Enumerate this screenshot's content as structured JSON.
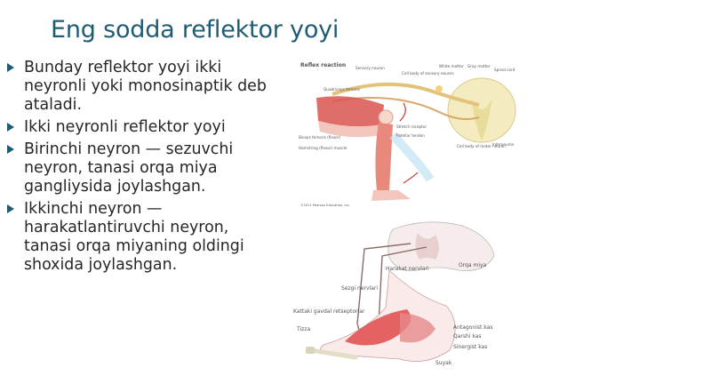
{
  "slide": {
    "title": "Eng sodda reflektor yoyi",
    "bullets": [
      " Bunday reflektor yoyi ikki neyronli yoki monosinaptik deb ataladi.",
      "Ikki neyronli reflektor yoyi",
      " Birinchi neyron — sezuvchi neyron, tanasi orqa miya gangliysida joylashgan.",
      " Ikkinchi neyron — harakatlantiruvchi neyron, tanasi orqa miyaning oldingi shoxida joylashgan."
    ]
  },
  "figure_top": {
    "heading": "Reflex reaction",
    "labels": {
      "sensory_neuron": "Sensory neuron",
      "cell_body": "Cell body of sensory neuron",
      "white_matter": "White matter",
      "grey_matter": "Gray matter",
      "spinal_cord": "Spinal cord",
      "quadriceps": "Quadriceps femoris",
      "stretch_receptor": "Stretch receptor",
      "patellar_tendon": "Patellar tendon",
      "hamstring": "Hamstring (flexor) muscle",
      "biceps_femoris": "Biceps femoris (flexor)",
      "motor_cell_body": "Cell body of motor neuron",
      "interneuron": "Interneuron"
    },
    "caption": "©2011 Pearson Education, Inc."
  },
  "figure_bottom": {
    "labels": {
      "orqa_miya": "Orqa miya",
      "harakat_nervi": "Harakat nervlari",
      "sezgi_nervi": "Sezgi nervlari",
      "ketuvchi_retseptorlar": "Kattaki gavdal retseptorlar",
      "antagonist": "Antagonist kas",
      "qisqaruvchi": "Qarshi kas",
      "sinergist": "Sinergist kas",
      "suyak": "Suyak",
      "tizza": "Tizza"
    }
  },
  "colors": {
    "title": "#1f5c73",
    "text": "#262626",
    "muscle": "#d9534f",
    "cord": "#f0e6b0",
    "nerve": "#d1a94a"
  }
}
